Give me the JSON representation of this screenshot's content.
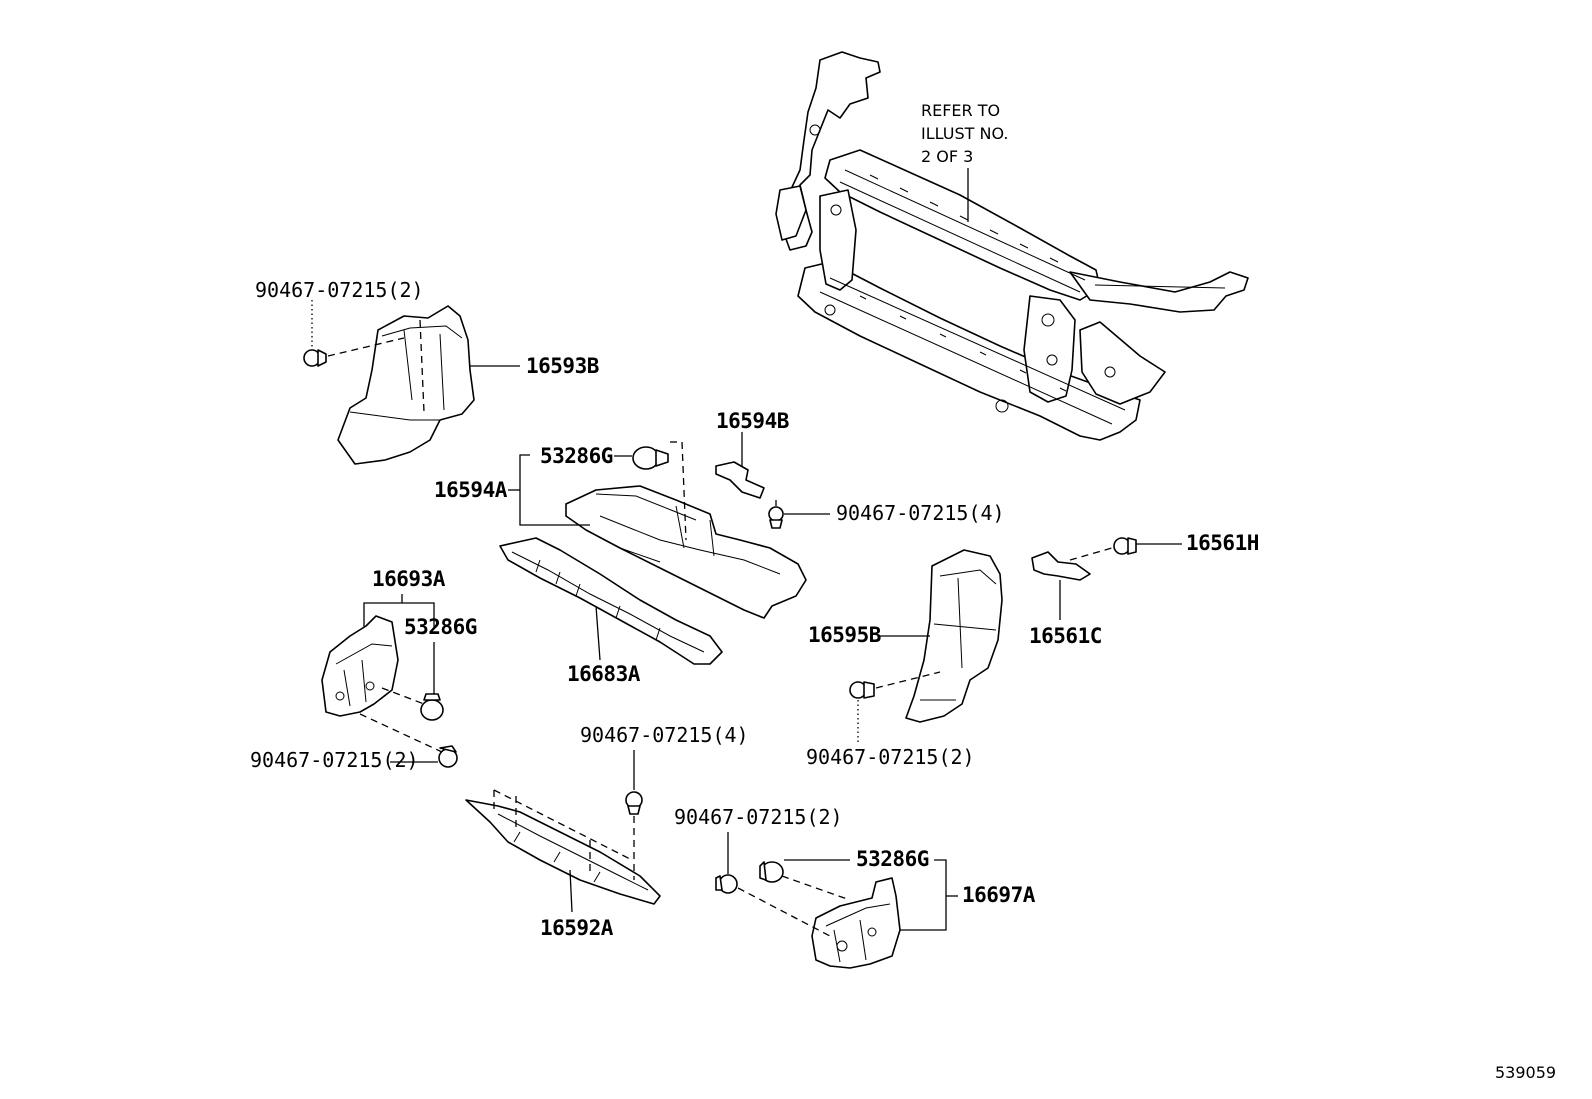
{
  "note": {
    "line1": "REFER TO",
    "line2": "ILLUST NO.",
    "line3": "2 OF 3"
  },
  "labels": {
    "p16593B": "16593B",
    "p90467_top": "90467-07215(2)",
    "p53286G_a": "53286G",
    "p16594A": "16594A",
    "p16594B": "16594B",
    "p90467_4a": "90467-07215(4)",
    "p16561H": "16561H",
    "p16561C": "16561C",
    "p16595B": "16595B",
    "p90467_r": "90467-07215(2)",
    "p16693A": "16693A",
    "p53286G_b": "53286G",
    "p16683A": "16683A",
    "p90467_l": "90467-07215(2)",
    "p90467_4b": "90467-07215(4)",
    "p90467_b": "90467-07215(2)",
    "p53286G_c": "53286G",
    "p16697A": "16697A",
    "p16592A": "16592A"
  },
  "figure_number": "539059"
}
